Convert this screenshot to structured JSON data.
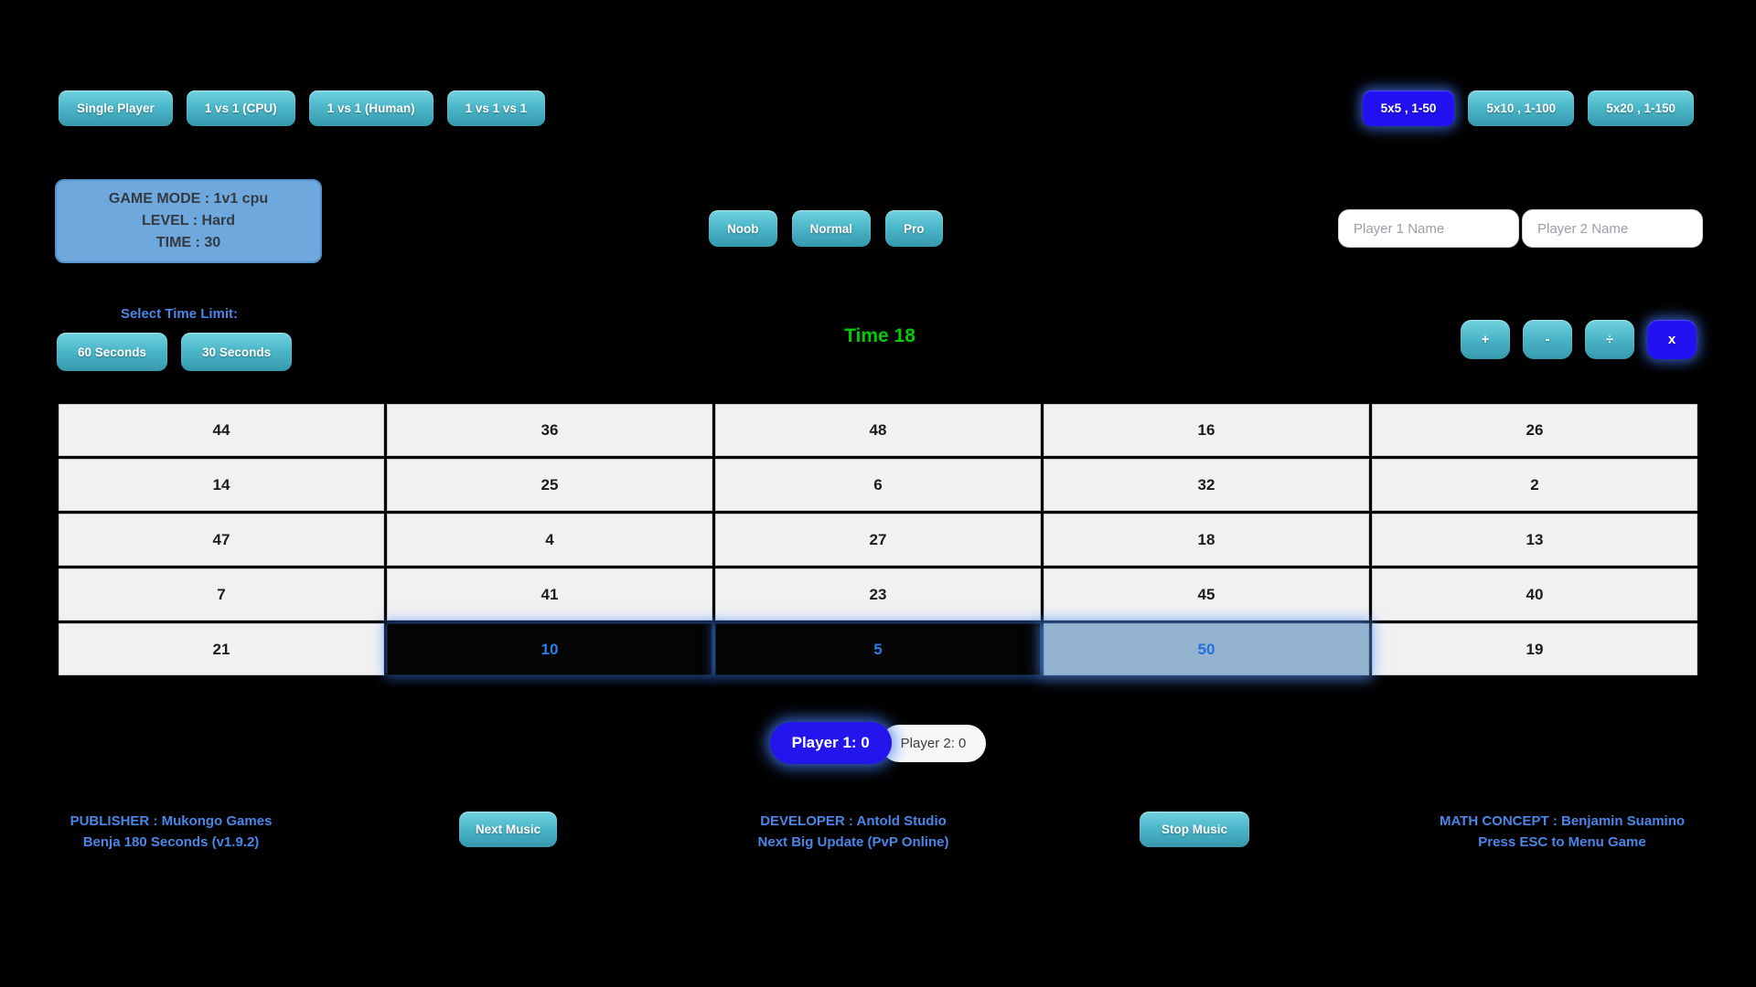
{
  "top_left_modes": [
    {
      "label": "Single Player"
    },
    {
      "label": "1 vs 1 (CPU)"
    },
    {
      "label": "1 vs 1 (Human)"
    },
    {
      "label": "1 vs 1 vs 1"
    }
  ],
  "top_right_sizes": [
    {
      "label": "5x5 , 1-50",
      "state": "active"
    },
    {
      "label": "5x10 , 1-100"
    },
    {
      "label": "5x20 , 1-150"
    }
  ],
  "game_info": {
    "line1": "GAME MODE : 1v1 cpu",
    "line2": "LEVEL : Hard",
    "line3": "TIME : 30"
  },
  "difficulty_buttons": [
    {
      "label": "Noob"
    },
    {
      "label": "Normal"
    },
    {
      "label": "Pro"
    }
  ],
  "player_inputs": {
    "player1_placeholder": "Player 1 Name",
    "player2_placeholder": "Player 2 Name"
  },
  "time_limit": {
    "label": "Select Time Limit:",
    "buttons": [
      {
        "label": "60 Seconds"
      },
      {
        "label": "30 Seconds"
      }
    ]
  },
  "timer": {
    "text": "Time 18"
  },
  "operations": [
    {
      "label": "+"
    },
    {
      "label": "-"
    },
    {
      "label": "÷"
    },
    {
      "label": "x",
      "state": "active"
    }
  ],
  "grid": {
    "columns": 5,
    "cells": [
      {
        "value": "44"
      },
      {
        "value": "36"
      },
      {
        "value": "48"
      },
      {
        "value": "16"
      },
      {
        "value": "26"
      },
      {
        "value": "14"
      },
      {
        "value": "25"
      },
      {
        "value": "6"
      },
      {
        "value": "32"
      },
      {
        "value": "2"
      },
      {
        "value": "47"
      },
      {
        "value": "4"
      },
      {
        "value": "27"
      },
      {
        "value": "18"
      },
      {
        "value": "13"
      },
      {
        "value": "7"
      },
      {
        "value": "41"
      },
      {
        "value": "23"
      },
      {
        "value": "45"
      },
      {
        "value": "40"
      },
      {
        "value": "21"
      },
      {
        "value": "10",
        "state": "selected-dark"
      },
      {
        "value": "5",
        "state": "selected-dark"
      },
      {
        "value": "50",
        "state": "selected-light"
      },
      {
        "value": "19"
      }
    ]
  },
  "scores": {
    "player1": "Player 1: 0",
    "player2": "Player 2: 0"
  },
  "footer": {
    "publisher_line1": "PUBLISHER : Mukongo Games",
    "publisher_line2": "Benja 180 Seconds (v1.9.2)",
    "next_music": "Next Music",
    "developer_line1": "DEVELOPER : Antold Studio",
    "developer_line2": "Next Big Update (PvP Online)",
    "stop_music": "Stop Music",
    "concept_line1": "MATH CONCEPT : Benjamin Suamino",
    "concept_line2": "Press ESC to Menu Game"
  },
  "colors": {
    "accent_teal": "#4cb8ca",
    "active_blue": "#2111f0",
    "info_box_blue": "#6fa8dc",
    "timer_green": "#00cc00",
    "footer_blue": "#4a86e8",
    "selected_cell_light_bg": "#93b3cf",
    "selected_number_blue": "#2d7de8"
  }
}
